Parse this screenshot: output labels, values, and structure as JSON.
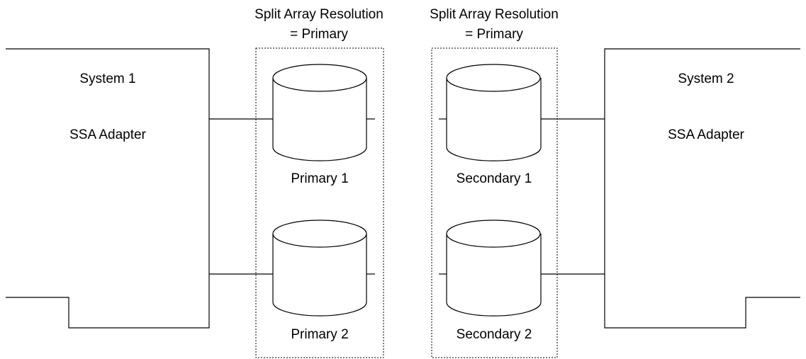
{
  "diagram": {
    "groups": [
      {
        "heading_line1": "Split Array Resolution",
        "heading_line2": "= Primary"
      },
      {
        "heading_line1": "Split Array Resolution",
        "heading_line2": "= Primary"
      }
    ],
    "systems": [
      {
        "name": "System 1",
        "adapter": "SSA Adapter"
      },
      {
        "name": "System 2",
        "adapter": "SSA Adapter"
      }
    ],
    "disks": [
      {
        "label": "Primary 1"
      },
      {
        "label": "Primary 2"
      },
      {
        "label": "Secondary 1"
      },
      {
        "label": "Secondary 2"
      }
    ]
  }
}
